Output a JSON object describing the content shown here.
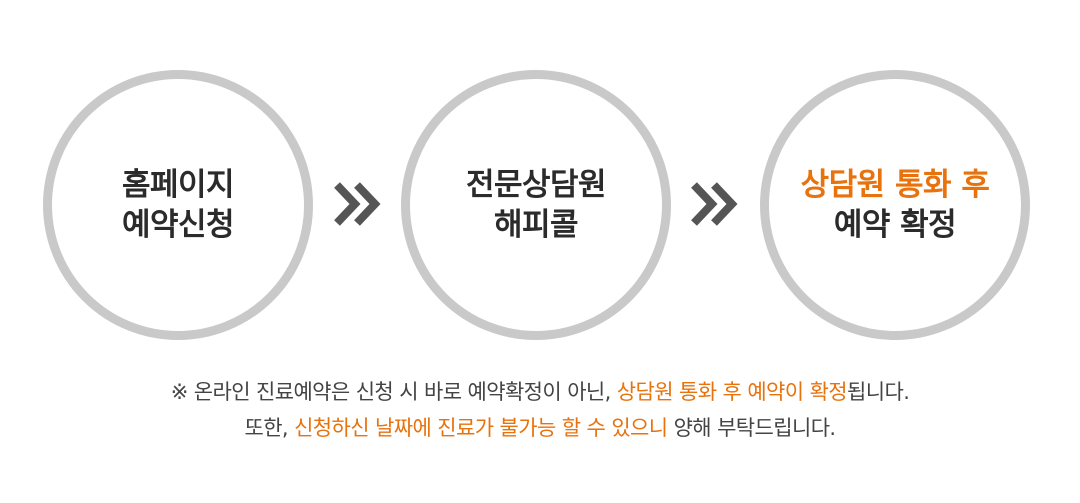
{
  "steps": [
    {
      "line1": "홈페이지",
      "line2": "예약신청"
    },
    {
      "line1": "전문상담원",
      "line2": "해피콜"
    },
    {
      "line1": "상담원 통화 후",
      "line2": "예약 확정"
    }
  ],
  "notice": {
    "line1": {
      "text1": "※ 온라인 진료예약은 신청 시 바로 예약확정이 아닌, ",
      "highlight": "상담원 통화 후 예약이 확정",
      "text2": "됩니다."
    },
    "line2": {
      "text1": "또한, ",
      "highlight": "신청하신 날짜에 진료가 불가능 할 수 있으니",
      "text2": " 양해 부탁드립니다."
    }
  },
  "colors": {
    "accent": "#e8720c",
    "circle_border": "#c9c9c9",
    "heading_text": "#2b2b2b",
    "body_text": "#444444",
    "arrow": "#555555"
  },
  "icons": {
    "arrow_1": "double-chevron-right-icon",
    "arrow_2": "double-chevron-right-icon"
  }
}
